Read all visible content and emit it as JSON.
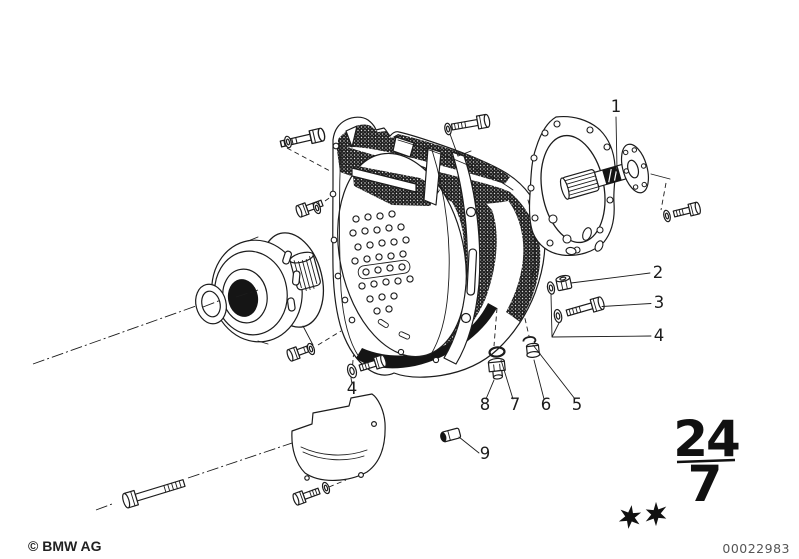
{
  "colors": {
    "ink": "#1c1c1c",
    "paper": "#ffffff",
    "muted": "#555555"
  },
  "diagram": {
    "description": "exploded-parts-drawing",
    "callouts": [
      {
        "id": "1",
        "number": "1"
      },
      {
        "id": "2",
        "number": "2"
      },
      {
        "id": "3",
        "number": "3"
      },
      {
        "id": "4",
        "number": "4"
      },
      {
        "id": "4b",
        "number": "4"
      },
      {
        "id": "5",
        "number": "5"
      },
      {
        "id": "6",
        "number": "6"
      },
      {
        "id": "7",
        "number": "7"
      },
      {
        "id": "8",
        "number": "8"
      },
      {
        "id": "9",
        "number": "9"
      }
    ]
  },
  "title_block": {
    "numerator": "24",
    "denominator": "7",
    "stars": "✶✶"
  },
  "footer": {
    "copyright": "© BMW AG",
    "document_number": "00022983"
  }
}
